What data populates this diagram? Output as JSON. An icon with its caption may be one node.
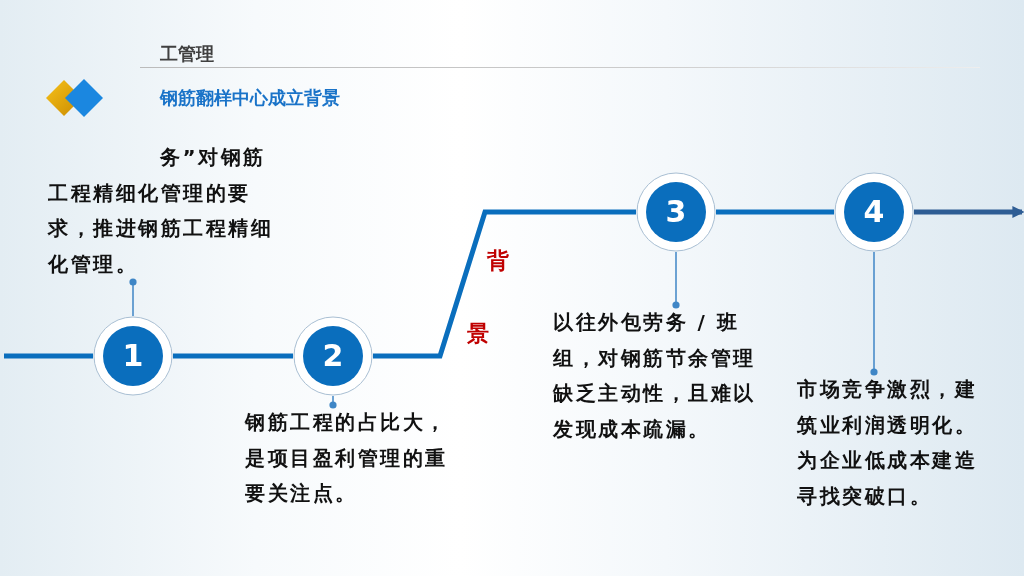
{
  "diagram": {
    "title": "钢筋翻样中心成立背景",
    "nodes": [
      {
        "text": [
          "务”对钢筋工程精细化管理的要求，推进钢筋工程精细化管理。"
        ]
      },
      {
        "text": [
          "1"
        ]
      },
      {
        "text": [
          "2"
        ]
      },
      {
        "text": [
          "钢筋工程的占比大，是项目盈利管理的重要关注点。"
        ]
      },
      {
        "text": [
          "3"
        ]
      },
      {
        "text": [
          "以往外包劳务 / 班组，对钢筋节余管理缺乏主动性，且难以发现成本疏漏。"
        ]
      },
      {
        "text": [
          "4"
        ]
      },
      {
        "text": [
          "市场竞争激烈，建筑业利润透明化。为企业低成本建造寻找突破口。"
        ]
      }
    ],
    "edges": [
      {
        "from": null,
        "to": 1,
        "arrow": "none"
      },
      {
        "from": 1,
        "to": 2,
        "arrow": "none"
      },
      {
        "from": 2,
        "to": 4,
        "arrow": "none"
      },
      {
        "from": 4,
        "to": 6,
        "arrow": "none"
      },
      {
        "from": 6,
        "to": null,
        "arrow": "to",
        "color": "#2e5d94"
      },
      {
        "from": 0,
        "to": 1,
        "arrow": "other"
      },
      {
        "from": 3,
        "to": 2,
        "arrow": "other"
      },
      {
        "from": 5,
        "to": 4,
        "arrow": "other"
      },
      {
        "from": 7,
        "to": 6,
        "arrow": "other"
      }
    ],
    "labels": [
      "工管理",
      "背景"
    ]
  }
}
